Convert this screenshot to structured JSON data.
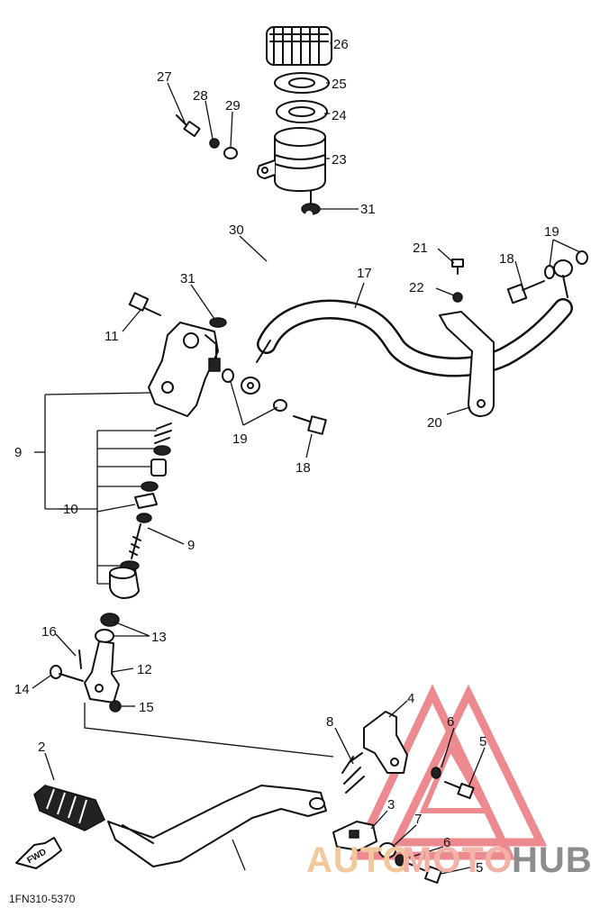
{
  "diagram": {
    "code": "1FN310-5370",
    "direction_label": "FWD",
    "callouts": [
      "26",
      "25",
      "24",
      "23",
      "27",
      "28",
      "29",
      "31",
      "30",
      "21",
      "19",
      "18",
      "22",
      "17",
      "11",
      "31",
      "20",
      "9",
      "19",
      "18",
      "10",
      "9",
      "16",
      "13",
      "12",
      "14",
      "15",
      "4",
      "2",
      "8",
      "6",
      "5",
      "3",
      "7",
      "6",
      "5"
    ]
  },
  "watermark": {
    "auto": "AUTO",
    "moto": "MOTO",
    "hub": "HUB",
    "colors": {
      "auto": "#f3c89a",
      "moto": "#f2b2a8",
      "hub": "#8d8d8d",
      "triangle": "#e8636a"
    }
  }
}
